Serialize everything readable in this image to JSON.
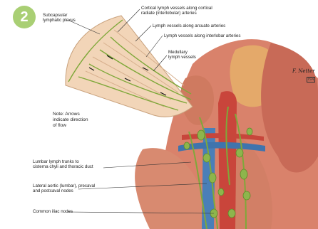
{
  "figure": {
    "badge_number": "2",
    "labels": {
      "subcapsular": "Subcapsular\nlymphatic plexus",
      "cortical": "Cortical lymph vessels along cortical\nradiate (interlobular) arteries",
      "arcuate": "Lymph vessels along arcuate arteries",
      "interlobar": "Lymph vessels along interlobar arteries",
      "medullary": "Medullary\nlymph vessels",
      "note": "Note: Arrows\nindicate direction\nof flow",
      "lumbar_trunks": "Lumbar lymph trunks to\ncisterna chyli and thoracic duct",
      "lateral_aortic": "Lateral aortic (lumbar), precaval\nand postcaval nodes",
      "common_iliac": "Common iliac nodes"
    },
    "artist_signature": "F. Netter",
    "publisher_logo": "ISN"
  }
}
